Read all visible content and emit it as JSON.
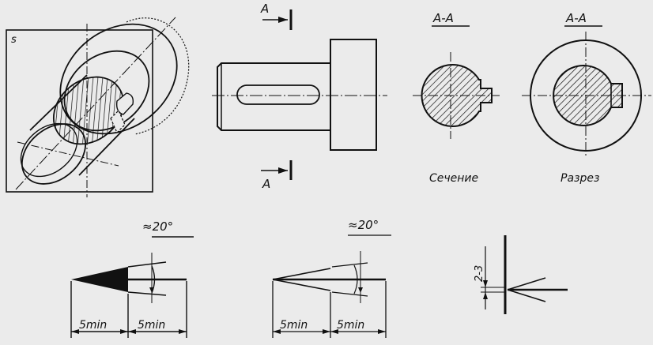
{
  "figure_1": {
    "plane_label": "s"
  },
  "figure_2": {
    "cut_label_top": "A",
    "cut_label_bottom": "A"
  },
  "figure_3": {
    "title": "A-A",
    "caption": "Сечение"
  },
  "figure_4": {
    "title": "A-A",
    "caption": "Разрез"
  },
  "arrow_1": {
    "angle_label": "≈20°",
    "dim_left": "5min",
    "dim_right": "5min"
  },
  "arrow_2": {
    "angle_label": "≈20°",
    "dim_left": "5min",
    "dim_right": "5min"
  },
  "arrow_3": {
    "dim_label": "2-3"
  },
  "colors": {
    "background": "#ebebeb",
    "ink": "#111111"
  }
}
